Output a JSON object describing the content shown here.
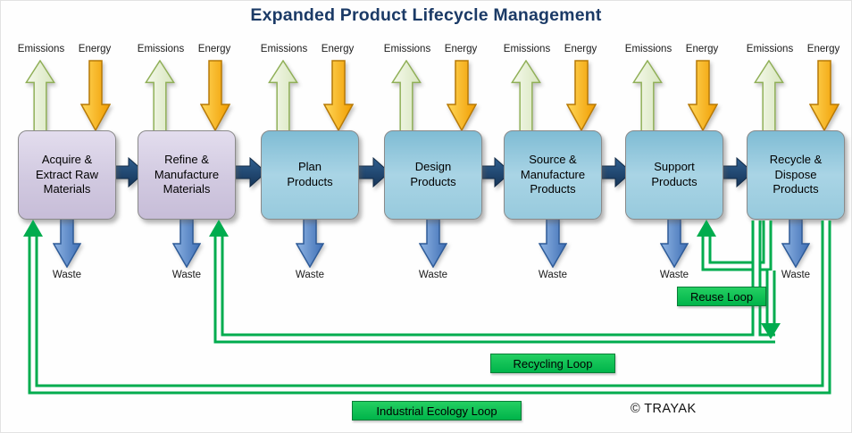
{
  "title": "Expanded Product Lifecycle Management",
  "labels": {
    "emissions": "Emissions",
    "energy": "Energy",
    "waste": "Waste"
  },
  "stages": [
    {
      "title": "Acquire & Extract Raw Materials"
    },
    {
      "title": "Refine & Manufacture Materials"
    },
    {
      "title": "Plan Products"
    },
    {
      "title": "Design Products"
    },
    {
      "title": "Source & Manufacture Products"
    },
    {
      "title": "Support Products"
    },
    {
      "title": "Recycle & Dispose Products"
    }
  ],
  "loops": [
    {
      "label": "Reuse Loop",
      "from": "Recycle & Dispose Products",
      "to": "Support Products"
    },
    {
      "label": "Recycling Loop",
      "from": "Recycle & Dispose Products",
      "to": "Refine & Manufacture Materials"
    },
    {
      "label": "Industrial Ecology Loop",
      "from": "Recycle & Dispose Products",
      "to": "Acquire & Extract Raw Materials"
    }
  ],
  "credit": "© TRAYAK",
  "colors": {
    "title_text": "#1B3A66",
    "material_stage_fill": "#D3CBE2",
    "product_stage_fill": "#9CC9DD",
    "flow_arrow": "#1F4973",
    "emissions_arrow": "#EAF1DB",
    "energy_arrow": "#FFB90F",
    "waste_arrow": "#5B8FD0",
    "loop_green": "#00AC4E"
  }
}
